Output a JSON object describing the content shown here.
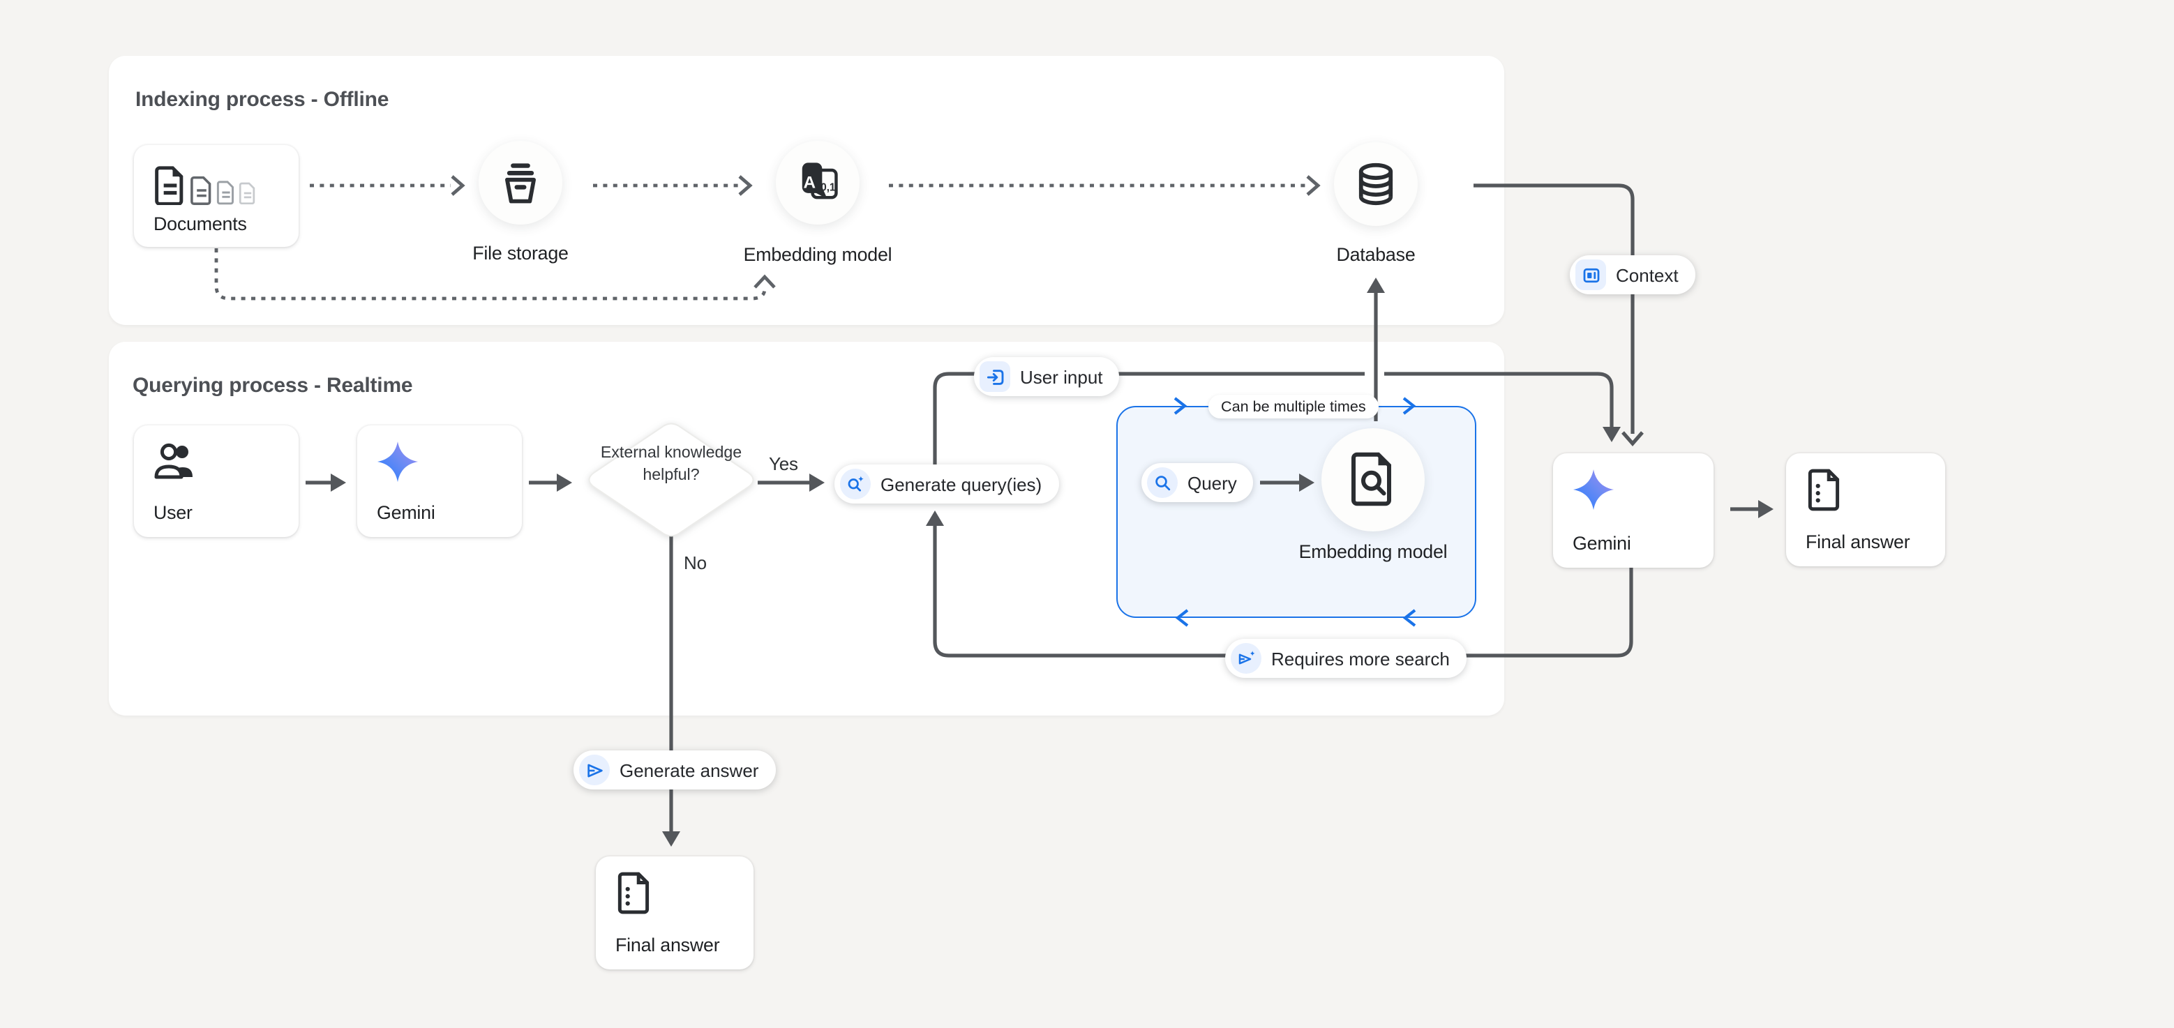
{
  "diagram": {
    "panels": {
      "indexing": {
        "title": "Indexing process - Offline"
      },
      "querying": {
        "title": "Querying process - Realtime"
      }
    },
    "nodes": {
      "documents": {
        "label": "Documents"
      },
      "file_storage": {
        "label": "File storage"
      },
      "embedding_model_offline": {
        "label": "Embedding model"
      },
      "database": {
        "label": "Database"
      },
      "user": {
        "label": "User"
      },
      "gemini": {
        "label": "Gemini"
      },
      "decision": {
        "label": "External knowledge helpful?"
      },
      "query": {
        "label": "Query"
      },
      "embedding_model_realtime": {
        "label": "Embedding model"
      },
      "gemini_answer": {
        "label": "Gemini"
      },
      "final_answer_right": {
        "label": "Final answer"
      },
      "final_answer_bottom": {
        "label": "Final answer"
      }
    },
    "badges": {
      "user_input": {
        "label": "User input"
      },
      "context": {
        "label": "Context"
      },
      "generate_queries": {
        "label": "Generate query(ies)"
      },
      "requires_more_search": {
        "label": "Requires more search"
      },
      "generate_answer": {
        "label": "Generate answer"
      },
      "can_be_multiple_times": {
        "label": "Can be multiple times"
      }
    },
    "edge_labels": {
      "yes": "Yes",
      "no": "No"
    }
  },
  "colors": {
    "accent_blue": "#1a73e8",
    "chip_blue": "#e8f0fe",
    "loop_box_fill": "#f1f6fd",
    "line": "#54575b",
    "dashed_line": "#5f6368",
    "page_bg": "#f5f4f2",
    "panel_bg": "#ffffff"
  }
}
